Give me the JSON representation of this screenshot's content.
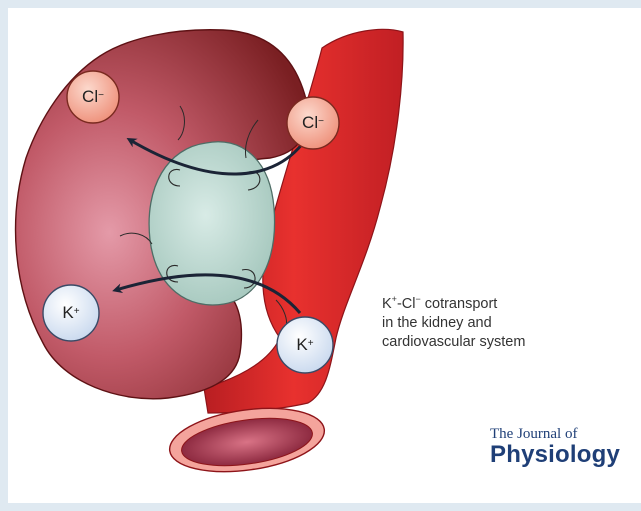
{
  "ions": {
    "cl_left": {
      "base": "Cl",
      "charge": "−"
    },
    "cl_right": {
      "base": "Cl",
      "charge": "−"
    },
    "k_left": {
      "base": "K",
      "charge": "+"
    },
    "k_right": {
      "base": "K",
      "charge": "+"
    }
  },
  "caption": {
    "line1_part1": "K",
    "line1_sup1": "+",
    "line1_part2": "-Cl",
    "line1_sup2": "−",
    "line1_part3": " cotransport",
    "line2": "in the kidney and",
    "line3": "cardiovascular system"
  },
  "brand": {
    "top": "The Journal of",
    "main": "Physiology"
  },
  "colors": {
    "kidney": "#9a2f2f",
    "artery": "#d8262b",
    "transporter": "#bcd7cf",
    "cl_ion": "#f2a38c",
    "k_ion": "#dce7f4",
    "brand": "#1f3f77"
  }
}
